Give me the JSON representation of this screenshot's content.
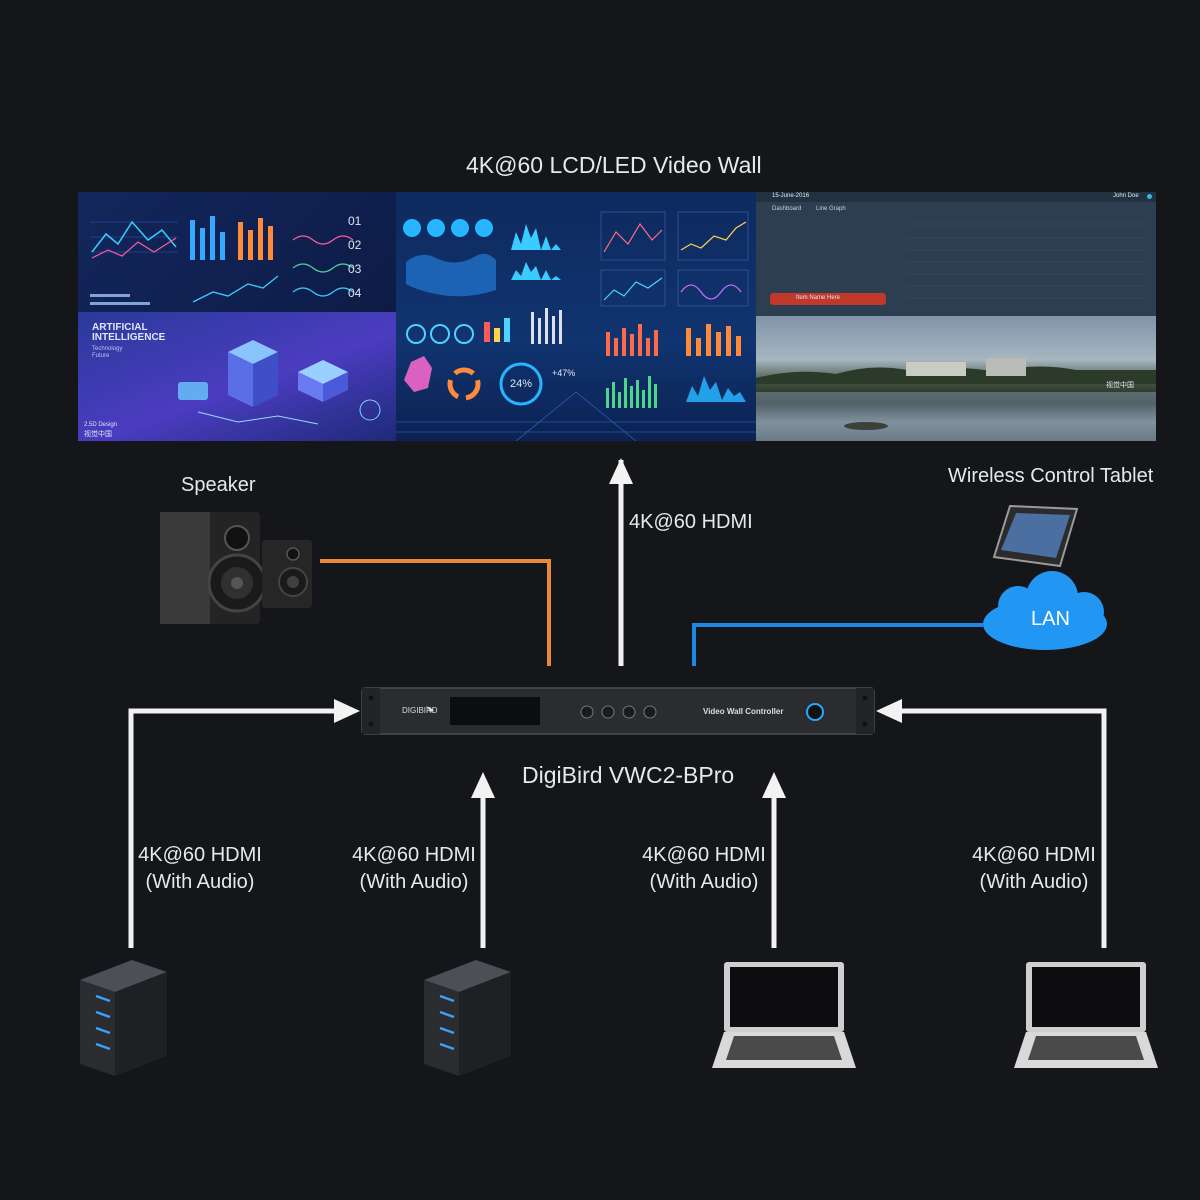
{
  "title": "4K@60 LCD/LED Video Wall",
  "video_wall": {
    "ai_panel": {
      "heading_line1": "ARTIFICIAL",
      "heading_line2": "INTELLIGENCE",
      "sub_line1": "Technology",
      "sub_line2": "Future",
      "footer_line1": "2.5D Design",
      "footer_line2": "视觉中国"
    },
    "numbers": [
      "01",
      "02",
      "03",
      "04"
    ],
    "gauge_value": "24%",
    "delta_value": "+47%",
    "dashboard": {
      "date": "15-June-2016",
      "user": "John Doe",
      "breadcrumb_1": "Dashboard",
      "breadcrumb_2": "Line Graph",
      "button": "Item Name Here",
      "watermark": "视觉中国"
    }
  },
  "speaker": {
    "label": "Speaker"
  },
  "tablet": {
    "label": "Wireless Control Tablet"
  },
  "lan": {
    "label": "LAN"
  },
  "output": {
    "label": "4K@60 HDMI"
  },
  "controller": {
    "name": "DigiBird VWC2-BPro",
    "brand": "DIGIBIRD",
    "panel_text": "Video Wall Controller"
  },
  "inputs": [
    {
      "line1": "4K@60 HDMI",
      "line2": "(With Audio)",
      "device": "server"
    },
    {
      "line1": "4K@60 HDMI",
      "line2": "(With Audio)",
      "device": "server"
    },
    {
      "line1": "4K@60 HDMI",
      "line2": "(With Audio)",
      "device": "laptop"
    },
    {
      "line1": "4K@60 HDMI",
      "line2": "(With Audio)",
      "device": "laptop"
    }
  ],
  "colors": {
    "background": "#141619",
    "speaker_cable": "#e8883a",
    "lan_cable": "#1e88e5",
    "arrow": "#f2f2f2",
    "lan_cloud": "#2196f3",
    "server_led": "#3aa0ff"
  }
}
